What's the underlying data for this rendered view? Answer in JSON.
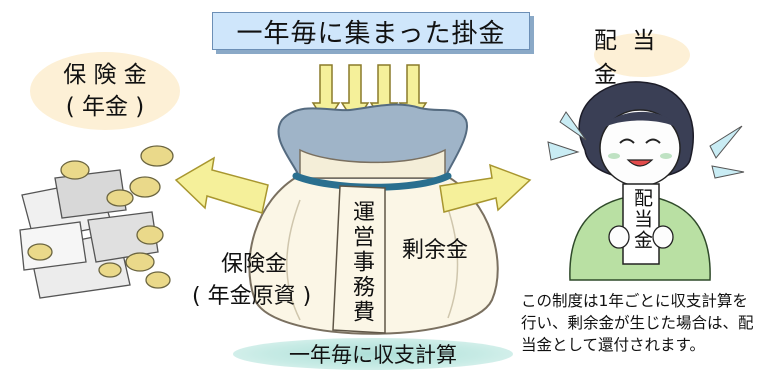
{
  "header": {
    "title": "一年毎に集まった掛金"
  },
  "left_label": {
    "line1": "保 険 金",
    "line2": "( 年金 )"
  },
  "right_label": {
    "text": "配 当 金"
  },
  "bag": {
    "vertical_label": "運営事務費",
    "left_label_line1": "保険金",
    "left_label_line2": "( 年金原資 )",
    "right_label": "剰余金"
  },
  "person": {
    "card_text": "配当金"
  },
  "footer": {
    "pill": "一年毎に収支計算"
  },
  "note": {
    "text": "この制度は1年ごとに収支計算を行い、剰余金が生じた場合は、配当金として還付されます。"
  },
  "colors": {
    "title_bg": "#cfe6fb",
    "label_bg": "#fdf0d6",
    "arrow_fill": "#f5f09a",
    "bag_fill": "#fbf6e6",
    "bag_top": "#9fb4c8",
    "tie": "#2a6f8f",
    "pill": "#aedfd8",
    "shirt": "#b9e0a3"
  },
  "icons": [
    "coin-stack-icon",
    "cash-notes-icon",
    "money-bag-icon",
    "person-icon",
    "arrow-down-icon",
    "arrow-left-icon",
    "arrow-right-icon"
  ]
}
